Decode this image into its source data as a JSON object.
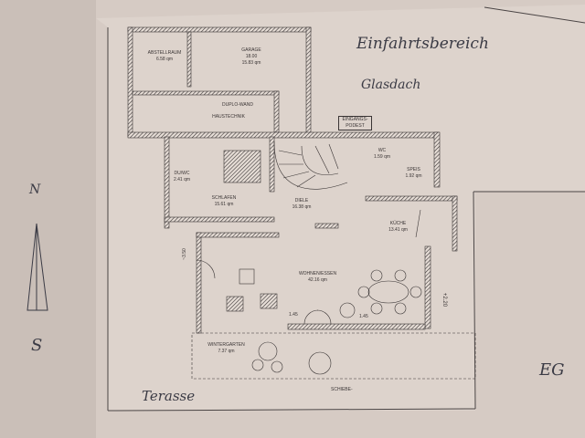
{
  "handwritten": {
    "entrance_area": "Einfahrtsbereich",
    "glass_roof": "Glasdach",
    "floor": "EG",
    "terrace": "Terasse",
    "north": "N",
    "south": "S"
  },
  "rooms": [
    {
      "name": "ABSTELLRAUM",
      "area": "6.58 qm"
    },
    {
      "name": "GARAGE",
      "area": "18.00\n15.83 qm"
    },
    {
      "name": "DUPLO-WAND",
      "area": ""
    },
    {
      "name": "HAUSTECHNIK",
      "area": ""
    },
    {
      "name": "EINGANGS-PODEST",
      "area": ""
    },
    {
      "name": "DU/WC",
      "area": "2.41 qm"
    },
    {
      "name": "SCHLAFEN",
      "area": "15.61 qm"
    },
    {
      "name": "DIELE",
      "area": "16.38 qm"
    },
    {
      "name": "WC",
      "area": "1.59 qm"
    },
    {
      "name": "SPEIS",
      "area": "1.92 qm"
    },
    {
      "name": "KÜCHE",
      "area": "13.41 qm"
    },
    {
      "name": "WOHNEN/ESSEN",
      "area": "42.16 qm"
    },
    {
      "name": "WINTERGARTEN",
      "area": "7.37 qm"
    }
  ],
  "dimensions": {
    "left_wall": "~3.50",
    "right_wall": "+2.20",
    "door_left": "1.45",
    "door_right": "1.45",
    "sliding": "SCHIEBE-"
  },
  "colors": {
    "paper": "#d6cbc4",
    "ink": "#3a3535",
    "pen": "#3b3b45"
  }
}
